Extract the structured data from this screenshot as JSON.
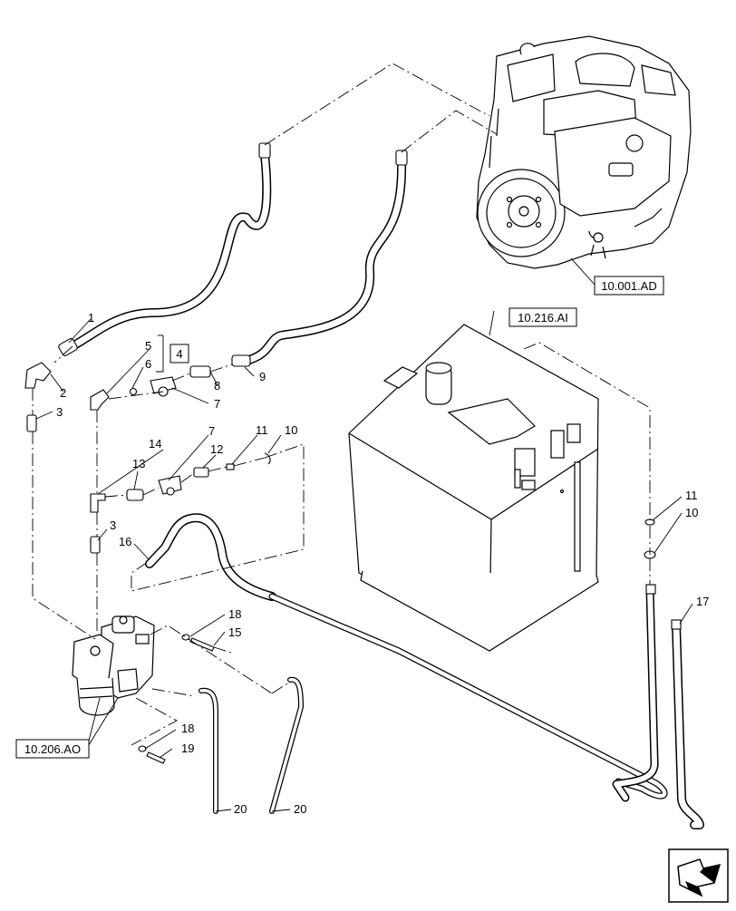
{
  "diagram": {
    "references": {
      "engine": "10.001.AD",
      "tank": "10.216.AI",
      "filter": "10.206.AO"
    },
    "kit_box": "4",
    "callouts": {
      "c1": "1",
      "c2": "2",
      "c3a": "3",
      "c5": "5",
      "c6": "6",
      "c7a": "7",
      "c8": "8",
      "c9": "9",
      "c14": "14",
      "c13": "13",
      "c7b": "7",
      "c12": "12",
      "c11a": "11",
      "c10a": "10",
      "c3b": "3",
      "c16": "16",
      "c18a": "18",
      "c15": "15",
      "c18b": "18",
      "c19": "19",
      "c20a": "20",
      "c20b": "20",
      "c11b": "11",
      "c10b": "10",
      "c17": "17"
    },
    "nav_icon": "next-page-arrow-icon"
  }
}
